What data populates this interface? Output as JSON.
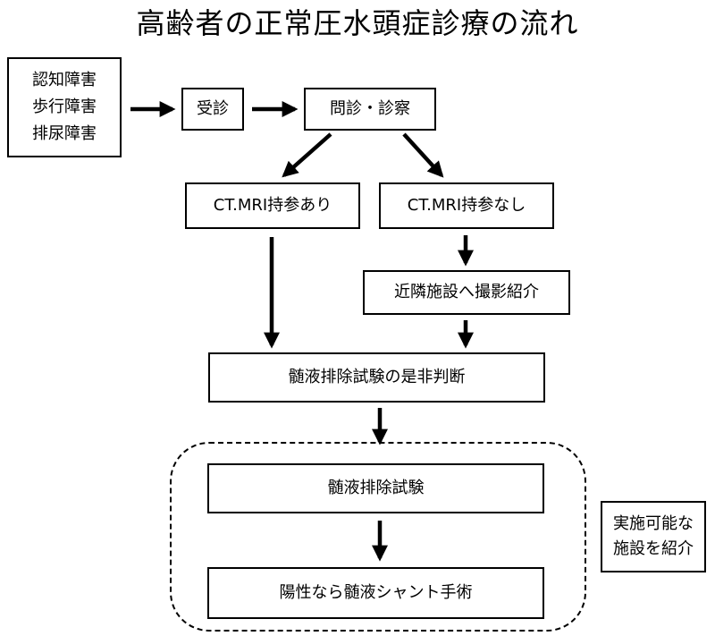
{
  "title": "高齢者の正常圧水頭症診療の流れ",
  "nodes": {
    "symptoms": [
      "認知障害",
      "歩行障害",
      "排尿障害"
    ],
    "visit": "受診",
    "consult": "問診・診察",
    "ct_yes": "CT.MRI持参あり",
    "ct_no": "CT.MRI持参なし",
    "referral_imaging": "近隣施設へ撮影紹介",
    "decision": "髄液排除試験の是非判断",
    "tap_test": "髄液排除試験",
    "shunt": "陽性なら髄液シャント手術"
  },
  "side_note": [
    "実施可能な",
    "施設を紹介"
  ]
}
